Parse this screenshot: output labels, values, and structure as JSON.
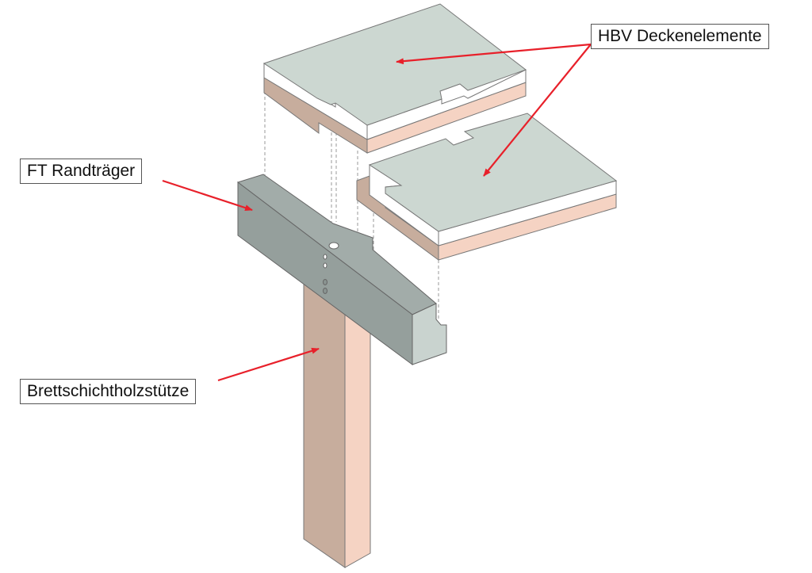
{
  "labels": {
    "hbv": "HBV Deckenelemente",
    "ft": "FT Randträger",
    "column": "Brettschichtholzstütze"
  },
  "colors": {
    "slab_top": "#ccd7d1",
    "slab_white": "#ffffff",
    "timber_light": "#f5d3c3",
    "timber_dark": "#c7ad9d",
    "beam_front": "#959f9c",
    "beam_top": "#a2aca9",
    "beam_end": "#c9d3cf",
    "arrow": "#e8202a"
  }
}
